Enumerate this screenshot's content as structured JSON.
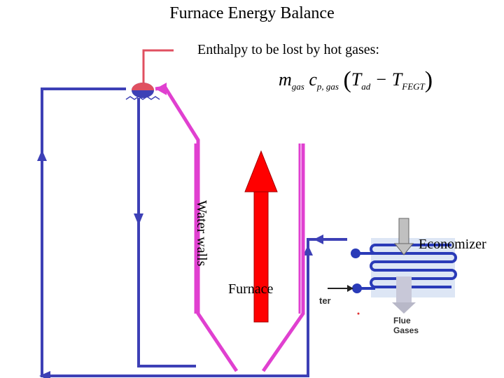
{
  "title": "Furnace Energy Balance",
  "subtitle": "Enthalpy  to be lost by hot gases:",
  "formula": {
    "m": "m",
    "m_sub": "gas",
    "c": "c",
    "c_sub": "p, gas",
    "open": "(",
    "t1": "T",
    "t1_sub": "ad",
    "minus": " − ",
    "t2": "T",
    "t2_sub": "FEGT",
    "close": ")"
  },
  "labels": {
    "water_walls": "Water walls",
    "furnace": "Furnace",
    "economizer": "Economizer"
  },
  "economizer_image_text": {
    "water": "ter",
    "flue": "Flue",
    "gases": "Gases"
  },
  "colors": {
    "pipe_blue": "#3d40b6",
    "water_wall_magenta": "#e040d0",
    "hot_gas_arrow": "#ff0000",
    "steam_red": "#e05060"
  }
}
